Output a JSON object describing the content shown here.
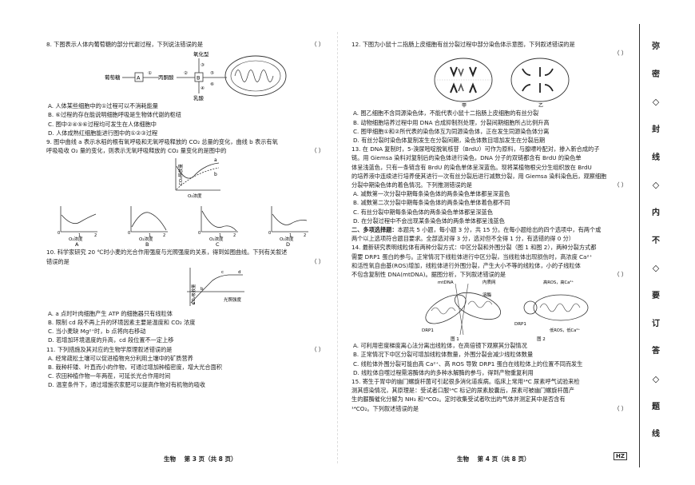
{
  "left": {
    "q8": {
      "stem": "8. 下图表示人体内葡萄糖的部分代谢过程，下列说法错误的是",
      "paren": "（     ）",
      "fig": {
        "left_label": "葡萄糖",
        "box_a": "A",
        "arrow1": "①",
        "mid_label": "丙酮酸",
        "arrow2": "②",
        "box_b": "B",
        "top_label": "氧化型",
        "b3": "③",
        "b4": "④",
        "b5": "⑤",
        "b6": "⑥",
        "bottom_label": "乳酸"
      },
      "options": [
        "A. 人体某些细胞中的①过程可以不消耗能量",
        "B. ⑥过程的存在能说明细胞呼吸是生物体代谢的枢纽",
        "C. 图中②④⑤⑥过程均可发生在人体细胞中",
        "D. 人体成熟红细胞能进行图中的①②③过程"
      ]
    },
    "q9": {
      "stem1": "9. 图中曲线 a 表示水稻的根有氧呼吸和无氧呼吸释放的 CO₂ 总量的变化，曲线 b 表示有氧",
      "stem2": "呼吸吸收 O₂ 量的变化，则表示无氧呼吸释放的 CO₂ 量变化的是图中的",
      "paren": "（     ）",
      "main_ylabel": "CO₂释放量",
      "main_xlabel": "O₂浓度",
      "curve_a": "a",
      "curve_b": "b",
      "small_ylabel": "CO₂释放量",
      "small_xlabel": "O₂浓度",
      "tick0": "0",
      "tick1": "1",
      "tick2": "2",
      "labels": [
        "A",
        "B",
        "C",
        "D"
      ]
    },
    "q10": {
      "stem1": "10. 科学家研究 20 ℃时小麦的光合作用强度与光照强度的关系，得到如图曲线。下列有关叙述",
      "stem2": "错误的是",
      "paren": "（     ）",
      "ylabel": "CO₂吸收量",
      "xlabel": "光照强度",
      "pa": "a",
      "pb": "b",
      "pc": "c",
      "pd": "d",
      "options": [
        "A. a 点时叶肉细胞产生 ATP 的细胞器只有线粒体",
        "B. 限制 cd 段不再上升的环境因素主要是温度和 CO₂ 浓度",
        "C. 当小麦缺 Mg²⁺时，b 点将向右移动",
        "D. 若增加环境温度的升高，cd 段位置不一定上移"
      ]
    },
    "q11": {
      "stem": "11. 下列措施及其对应的生物学原理叙述错误的是",
      "paren": "（     ）",
      "options": [
        "A. 经常疏松土壤可以促进植物充分利用土壤中的矿质营养",
        "B. 栽种杆矮、叶直而小的作物，可通过增加种植密度，增大光合面积",
        "C. 农田种植作物一年两茬，可延长光合作用时间",
        "D. 温室条件下，通过增施农家肥可以提高作物对有机物的吸收"
      ]
    },
    "footer": {
      "subject": "生物",
      "page": "第 3 页（共 8 页）"
    }
  },
  "right": {
    "q12": {
      "stem": "12. 下图为小鼠十二指肠上皮细胞有丝分裂过程中部分染色体示意图，下列叙述错误的是",
      "paren": "（     ）",
      "label_jia": "甲",
      "label_yi": "乙",
      "options": [
        "A. 图乙细胞不含同源染色体，不能代表小鼠十二指肠上皮细胞的有丝分裂",
        "B. 动物细胞培养过程中用 DNA 合成抑制剂处理，分裂间期细胞所占比例升高",
        "C. 图甲细胞①和②所代表的染色体互为同源染色体，正在发生同源染色体分离",
        "D. 有丝分裂时染色体复制发生在分裂间期，染色体数目增加发生在分裂后期"
      ]
    },
    "q13": {
      "lines": [
        "13. 在 DNA 复制时，5-溴尿嘧啶脱氧核苷（BrdU）可作为原料，与腺嘌呤配对，掺入新合成的子",
        "链。用 Giemsa 染料对复制后的染色体进行染色，DNA 分子的双链都含有 BrdU 的染色单",
        "体呈浅蓝色，只有一条链含有 BrdU 的染色单体呈深蓝色。现将某植物根尖分生组织放在 BrdU",
        "的培养液中连续进行培养使其进行一次有丝分裂后进行减数分裂，用 Giemsa 染料染色后，观察细胞",
        "分裂中期染色体的着色情况。下列推测错误的是"
      ],
      "paren": "（     ）",
      "options": [
        "A. 减数第一次分裂中期每条染色体的两条染色单体都呈深蓝色",
        "B. 减数第二次分裂中期每条染色体的两条染色单体着色都不同",
        "C. 有丝分裂中期每条染色体的两条染色单体都呈深蓝色",
        "D. 在分裂过程中不会出现某条染色体的两条单体都呈浅蓝色"
      ]
    },
    "section2": {
      "head": "二、多项选择题：",
      "lines": [
        "本题共 5 小题，每小题 3 分，共 15 分。在每小题给出的四个选项中，有两个或",
        "两个以上选项符合题目要求。全部选对得 3 分，选对但不全得 1 分，有选错的得 0 分）"
      ]
    },
    "q14": {
      "lines": [
        "14. 最新研究表明线粒体有两种分裂方式：中区分裂和外围分裂（图 1 和图 2），两种分裂方式都",
        "需要 DRP1 蛋白的参与。正常情况下线粒体进行中区分裂，当线粒体出现损伤时，高浓度 Ca²⁺",
        "和活性氧自由基(ROS)增加，线粒体进行外围分裂，产生大小不等的线粒体，小的子线粒体",
        "不包含复制性 DNA(mtDNA)。据图分析，下列叙述错误的是"
      ],
      "paren": "（     ）",
      "fig1": {
        "mtdna": "mtDNA",
        "top_label": "内质网",
        "drp1": "DRP1",
        "mid_label": "溶酶",
        "caption": "图 1"
      },
      "fig2": {
        "ros": "高ROS，高Ca²⁺",
        "drp1": "DRP1",
        "low": "低ROS，低Ca²⁺",
        "caption": "图 2"
      },
      "options": [
        "A. 可利用密度梯度离心法分离出线粒体，在高倍镜下观察其分裂情况",
        "B. 正常情况下中区分裂可增加线粒体数量，外围分裂会减少线粒体数量",
        "C. 线粒体外围分裂可能由高 Ca²⁺、高 ROS 导致 DRP1 蛋白在线粒体上的位置不同而发生",
        "D. 线粒体自噬过程需溶酶体内的多种水解酶的参与，得到产物重复利用"
      ]
    },
    "q15": {
      "lines": [
        "15. 寄生于胃中的幽门螺旋杆菌可引起很多消化道疾病。临床上常用¹⁴C 尿素呼气试验来检",
        "测其感染情况，其原理是：受试者口服¹⁴C 标记的尿素胶囊后，尿素可被幽门螺旋杆菌产",
        "生的脲酶催化分解为 NH₃ 和¹⁴CO₂。定时收集受试者吹出的气体并测定其中是否含有",
        "¹⁴CO₂。下列叙述错误的是"
      ],
      "paren": "（     ）"
    },
    "footer": {
      "subject": "生物",
      "page": "第 4 页（共 8 页）"
    },
    "hz": "HZ"
  },
  "seal": {
    "chars": [
      "弥",
      "密",
      "◇",
      "封",
      "线",
      "◇",
      "内",
      "不",
      "◇",
      "要",
      "订",
      "答",
      "◇",
      "题",
      "线"
    ]
  }
}
